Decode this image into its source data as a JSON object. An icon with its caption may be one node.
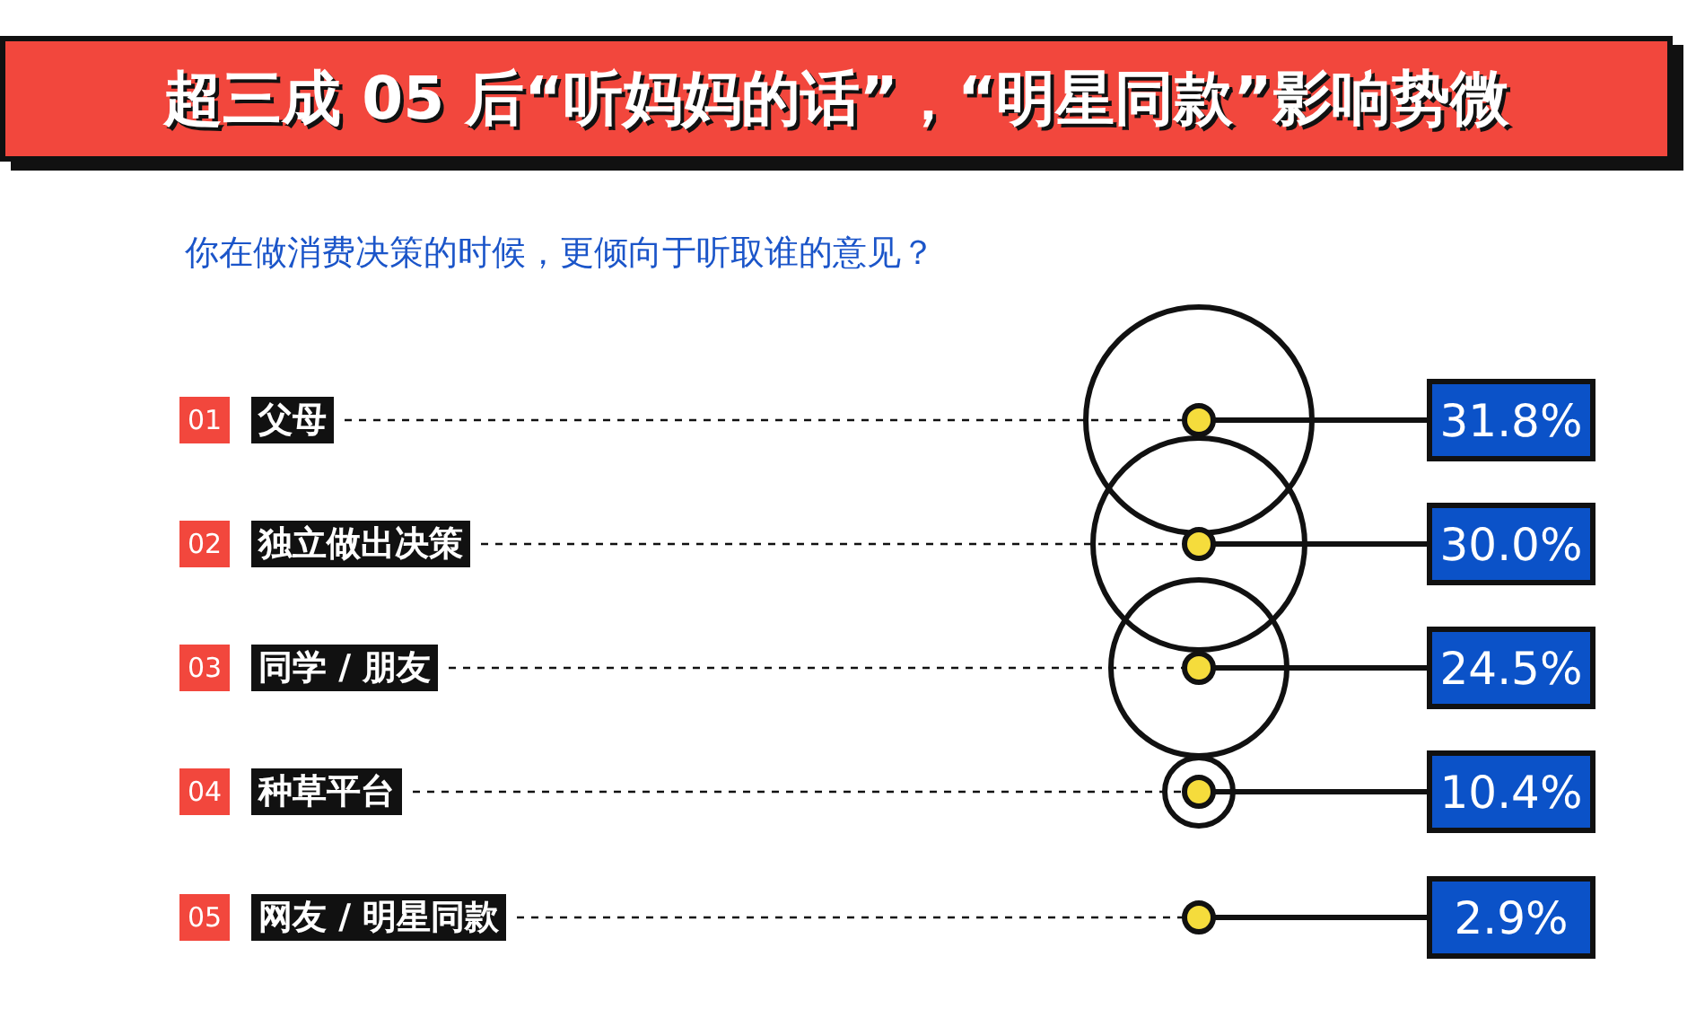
{
  "diagram": {
    "title": "超三成 05 后“听妈妈的话”，“明星同款”影响势微",
    "caption": "你在做消费决策的时候，更倾向于听取谁的意见？",
    "nodes": [
      {
        "text": [
          "01"
        ]
      },
      {
        "text": [
          "父母"
        ]
      },
      {
        "text": [],
        "shape": "circle"
      },
      {
        "text": [
          "31.8%"
        ]
      },
      {
        "text": [
          "02"
        ]
      },
      {
        "text": [
          "独立做出决策"
        ]
      },
      {
        "text": [],
        "shape": "circle"
      },
      {
        "text": [
          "30.0%"
        ]
      },
      {
        "text": [
          "03"
        ]
      },
      {
        "text": [
          "同学 / 朋友"
        ]
      },
      {
        "text": [],
        "shape": "circle"
      },
      {
        "text": [
          "24.5%"
        ]
      },
      {
        "text": [
          "04"
        ]
      },
      {
        "text": [
          "种草平台"
        ]
      },
      {
        "text": [],
        "shape": "circle"
      },
      {
        "text": [
          "10.4%"
        ]
      },
      {
        "text": [
          "05"
        ]
      },
      {
        "text": [
          "网友 / 明星同款"
        ]
      },
      {
        "text": [],
        "shape": "circle"
      },
      {
        "text": [
          "2.9%"
        ]
      }
    ],
    "edges": [
      {
        "from": 1,
        "to": 2,
        "arrow": "none",
        "style": "dashed"
      },
      {
        "from": 2,
        "to": 3,
        "arrow": "none",
        "style": "thick"
      },
      {
        "from": 5,
        "to": 6,
        "arrow": "none",
        "style": "dashed"
      },
      {
        "from": 6,
        "to": 7,
        "arrow": "none",
        "style": "thick"
      },
      {
        "from": 9,
        "to": 10,
        "arrow": "none",
        "style": "dashed"
      },
      {
        "from": 10,
        "to": 11,
        "arrow": "none",
        "style": "thick"
      },
      {
        "from": 13,
        "to": 14,
        "arrow": "none",
        "style": "dashed"
      },
      {
        "from": 14,
        "to": 15,
        "arrow": "none",
        "style": "thick"
      },
      {
        "from": 17,
        "to": 18,
        "arrow": "none",
        "style": "dashed"
      },
      {
        "from": 18,
        "to": 19,
        "arrow": "none",
        "style": "thick"
      }
    ]
  }
}
